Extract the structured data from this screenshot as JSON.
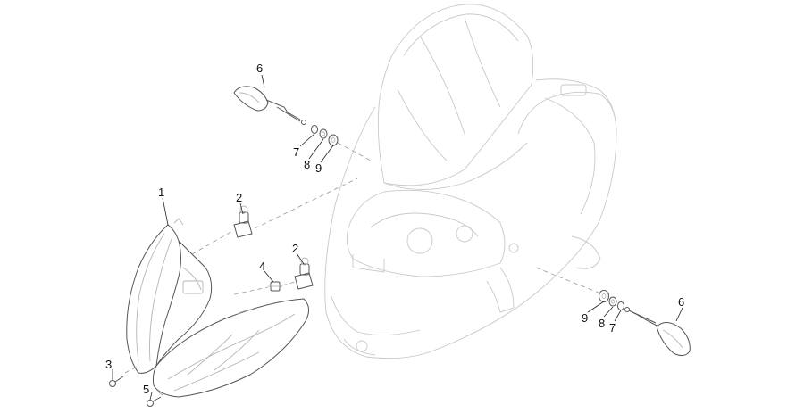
{
  "callouts": [
    {
      "id": "c1",
      "text": "1"
    },
    {
      "id": "c2a",
      "text": "2"
    },
    {
      "id": "c2b",
      "text": "2"
    },
    {
      "id": "c3",
      "text": "3"
    },
    {
      "id": "c4",
      "text": "4"
    },
    {
      "id": "c5",
      "text": "5"
    },
    {
      "id": "c6a",
      "text": "6"
    },
    {
      "id": "c6b",
      "text": "6"
    },
    {
      "id": "c7a",
      "text": "7"
    },
    {
      "id": "c7b",
      "text": "7"
    },
    {
      "id": "c8a",
      "text": "8"
    },
    {
      "id": "c8b",
      "text": "8"
    },
    {
      "id": "c9a",
      "text": "9"
    },
    {
      "id": "c9b",
      "text": "9"
    }
  ]
}
